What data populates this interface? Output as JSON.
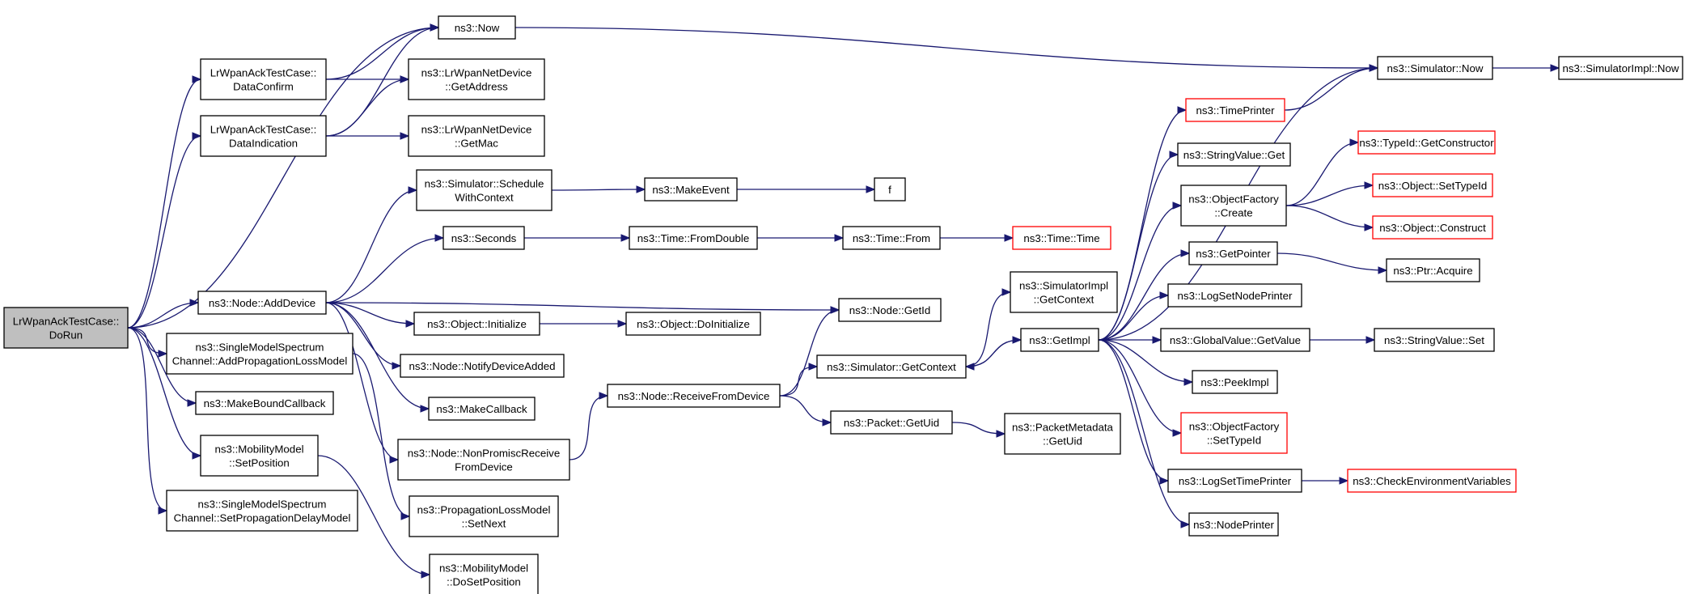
{
  "graph": {
    "edge_color": "#191970",
    "node_border": "#000000",
    "truncated_border": "#ff0000",
    "root_fill": "#bfbfbf",
    "nodes": [
      {
        "id": "root",
        "lines": [
          "LrWpanAckTestCase::",
          "DoRun"
        ],
        "root": true
      },
      {
        "id": "now",
        "lines": [
          "ns3::Now"
        ]
      },
      {
        "id": "dataconfirm",
        "lines": [
          "LrWpanAckTestCase::",
          "DataConfirm"
        ]
      },
      {
        "id": "dataind",
        "lines": [
          "LrWpanAckTestCase::",
          "DataIndication"
        ]
      },
      {
        "id": "getaddress",
        "lines": [
          "ns3::LrWpanNetDevice",
          "::GetAddress"
        ]
      },
      {
        "id": "getmac",
        "lines": [
          "ns3::LrWpanNetDevice",
          "::GetMac"
        ]
      },
      {
        "id": "schedwc",
        "lines": [
          "ns3::Simulator::Schedule",
          "WithContext"
        ]
      },
      {
        "id": "makeevent",
        "lines": [
          "ns3::MakeEvent"
        ]
      },
      {
        "id": "f",
        "lines": [
          "f"
        ]
      },
      {
        "id": "seconds",
        "lines": [
          "ns3::Seconds"
        ]
      },
      {
        "id": "fromdouble",
        "lines": [
          "ns3::Time::FromDouble"
        ]
      },
      {
        "id": "timefrom",
        "lines": [
          "ns3::Time::From"
        ]
      },
      {
        "id": "timetime",
        "lines": [
          "ns3::Time::Time"
        ],
        "truncated": true
      },
      {
        "id": "adddevice",
        "lines": [
          "ns3::Node::AddDevice"
        ]
      },
      {
        "id": "getid",
        "lines": [
          "ns3::Node::GetId"
        ]
      },
      {
        "id": "objinit",
        "lines": [
          "ns3::Object::Initialize"
        ]
      },
      {
        "id": "doinit",
        "lines": [
          "ns3::Object::DoInitialize"
        ]
      },
      {
        "id": "notifyadded",
        "lines": [
          "ns3::Node::NotifyDeviceAdded"
        ]
      },
      {
        "id": "makecallback",
        "lines": [
          "ns3::MakeCallback"
        ]
      },
      {
        "id": "nonpromisc",
        "lines": [
          "ns3::Node::NonPromiscReceive",
          "FromDevice"
        ]
      },
      {
        "id": "receivefrom",
        "lines": [
          "ns3::Node::ReceiveFromDevice"
        ]
      },
      {
        "id": "addprop",
        "lines": [
          "ns3::SingleModelSpectrum",
          "Channel::AddPropagationLossModel"
        ]
      },
      {
        "id": "makebound",
        "lines": [
          "ns3::MakeBoundCallback"
        ]
      },
      {
        "id": "setposition",
        "lines": [
          "ns3::MobilityModel",
          "::SetPosition"
        ]
      },
      {
        "id": "setpropdelay",
        "lines": [
          "ns3::SingleModelSpectrum",
          "Channel::SetPropagationDelayModel"
        ]
      },
      {
        "id": "setnext",
        "lines": [
          "ns3::PropagationLossModel",
          "::SetNext"
        ]
      },
      {
        "id": "dosetpos",
        "lines": [
          "ns3::MobilityModel",
          "::DoSetPosition"
        ]
      },
      {
        "id": "simgetctx",
        "lines": [
          "ns3::Simulator::GetContext"
        ]
      },
      {
        "id": "pktuid",
        "lines": [
          "ns3::Packet::GetUid"
        ]
      },
      {
        "id": "pmuid",
        "lines": [
          "ns3::PacketMetadata",
          "::GetUid"
        ]
      },
      {
        "id": "simimplctx",
        "lines": [
          "ns3::SimulatorImpl",
          "::GetContext"
        ]
      },
      {
        "id": "getimpl",
        "lines": [
          "ns3::GetImpl"
        ]
      },
      {
        "id": "simnow",
        "lines": [
          "ns3::Simulator::Now"
        ]
      },
      {
        "id": "simimplnow",
        "lines": [
          "ns3::SimulatorImpl::Now"
        ]
      },
      {
        "id": "timeprinter",
        "lines": [
          "ns3::TimePrinter"
        ],
        "truncated": true
      },
      {
        "id": "strvalget",
        "lines": [
          "ns3::StringValue::Get"
        ]
      },
      {
        "id": "ofcreate",
        "lines": [
          "ns3::ObjectFactory",
          "::Create"
        ]
      },
      {
        "id": "typeidgc",
        "lines": [
          "ns3::TypeId::GetConstructor"
        ],
        "truncated": true
      },
      {
        "id": "objsettid",
        "lines": [
          "ns3::Object::SetTypeId"
        ],
        "truncated": true
      },
      {
        "id": "objconstruct",
        "lines": [
          "ns3::Object::Construct"
        ],
        "truncated": true
      },
      {
        "id": "getpointer",
        "lines": [
          "ns3::GetPointer"
        ]
      },
      {
        "id": "ptracquire",
        "lines": [
          "ns3::Ptr::Acquire"
        ]
      },
      {
        "id": "logsetnode",
        "lines": [
          "ns3::LogSetNodePrinter"
        ]
      },
      {
        "id": "gvgetvalue",
        "lines": [
          "ns3::GlobalValue::GetValue"
        ]
      },
      {
        "id": "strvalset",
        "lines": [
          "ns3::StringValue::Set"
        ]
      },
      {
        "id": "peekimpl",
        "lines": [
          "ns3::PeekImpl"
        ]
      },
      {
        "id": "ofsettid",
        "lines": [
          "ns3::ObjectFactory",
          "::SetTypeId"
        ],
        "truncated": true
      },
      {
        "id": "logsettime",
        "lines": [
          "ns3::LogSetTimePrinter"
        ]
      },
      {
        "id": "checkenv",
        "lines": [
          "ns3::CheckEnvironmentVariables"
        ],
        "truncated": true
      },
      {
        "id": "nodeprinter",
        "lines": [
          "ns3::NodePrinter"
        ]
      }
    ],
    "edges": [
      [
        "root",
        "now"
      ],
      [
        "root",
        "dataconfirm"
      ],
      [
        "root",
        "dataind"
      ],
      [
        "root",
        "adddevice"
      ],
      [
        "root",
        "addprop"
      ],
      [
        "root",
        "makebound"
      ],
      [
        "root",
        "setposition"
      ],
      [
        "root",
        "setpropdelay"
      ],
      [
        "dataconfirm",
        "now"
      ],
      [
        "dataconfirm",
        "getaddress"
      ],
      [
        "dataind",
        "now"
      ],
      [
        "dataind",
        "getaddress"
      ],
      [
        "dataind",
        "getmac"
      ],
      [
        "now",
        "simnow"
      ],
      [
        "simnow",
        "simimplnow"
      ],
      [
        "adddevice",
        "schedwc"
      ],
      [
        "adddevice",
        "seconds"
      ],
      [
        "adddevice",
        "getid"
      ],
      [
        "adddevice",
        "objinit"
      ],
      [
        "adddevice",
        "notifyadded"
      ],
      [
        "adddevice",
        "makecallback"
      ],
      [
        "adddevice",
        "nonpromisc"
      ],
      [
        "schedwc",
        "makeevent"
      ],
      [
        "makeevent",
        "f"
      ],
      [
        "seconds",
        "fromdouble"
      ],
      [
        "fromdouble",
        "timefrom"
      ],
      [
        "timefrom",
        "timetime"
      ],
      [
        "objinit",
        "doinit"
      ],
      [
        "nonpromisc",
        "receivefrom"
      ],
      [
        "receivefrom",
        "getid"
      ],
      [
        "receivefrom",
        "simgetctx"
      ],
      [
        "receivefrom",
        "pktuid"
      ],
      [
        "pktuid",
        "pmuid"
      ],
      [
        "simgetctx",
        "simimplctx"
      ],
      [
        "simgetctx",
        "getimpl"
      ],
      [
        "addprop",
        "setnext"
      ],
      [
        "setposition",
        "dosetpos"
      ],
      [
        "getimpl",
        "simnow"
      ],
      [
        "getimpl",
        "timeprinter"
      ],
      [
        "getimpl",
        "strvalget"
      ],
      [
        "getimpl",
        "ofcreate"
      ],
      [
        "getimpl",
        "getpointer"
      ],
      [
        "getimpl",
        "logsetnode"
      ],
      [
        "getimpl",
        "gvgetvalue"
      ],
      [
        "getimpl",
        "peekimpl"
      ],
      [
        "getimpl",
        "ofsettid"
      ],
      [
        "getimpl",
        "logsettime"
      ],
      [
        "getimpl",
        "nodeprinter"
      ],
      [
        "getimpl",
        "simgetctx"
      ],
      [
        "timeprinter",
        "simnow"
      ],
      [
        "ofcreate",
        "typeidgc"
      ],
      [
        "ofcreate",
        "objsettid"
      ],
      [
        "ofcreate",
        "objconstruct"
      ],
      [
        "getpointer",
        "ptracquire"
      ],
      [
        "gvgetvalue",
        "strvalset"
      ],
      [
        "logsettime",
        "checkenv"
      ]
    ]
  }
}
